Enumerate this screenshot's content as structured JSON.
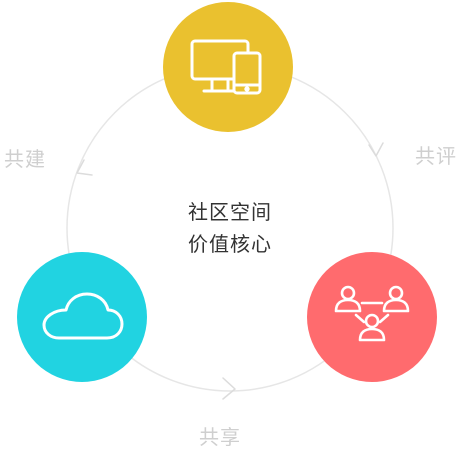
{
  "center": {
    "line1": "社区空间",
    "line2": "价值核心"
  },
  "labels": {
    "left": "共建",
    "right": "共评",
    "bottom": "共享"
  },
  "nodes": [
    {
      "id": "devices",
      "icon": "monitor-and-phone-icon",
      "color": "#EAC12F"
    },
    {
      "id": "cloud",
      "icon": "cloud-icon",
      "color": "#21D3E1"
    },
    {
      "id": "people",
      "icon": "people-network-icon",
      "color": "#FF6B6E"
    }
  ],
  "ring_color": "#e6e6e6",
  "label_color": "#cfcfcf"
}
